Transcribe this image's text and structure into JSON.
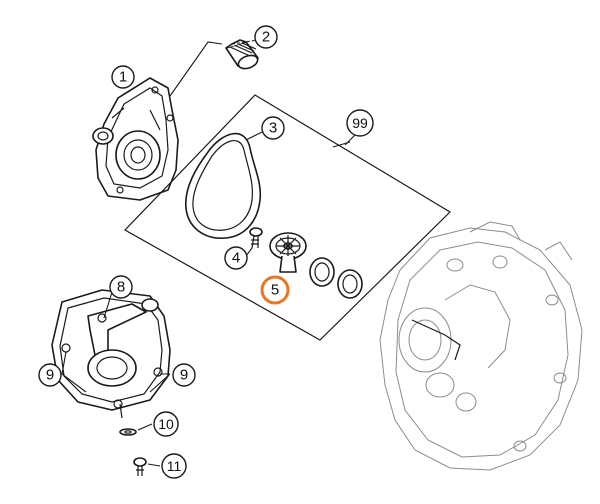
{
  "highlight_color": "#e87722",
  "callouts": {
    "c1": "1",
    "c2": "2",
    "c3": "3",
    "c99": "99",
    "c4": "4",
    "c5": "5",
    "c8": "8",
    "c9a": "9",
    "c9b": "9",
    "c10": "10",
    "c11": "11"
  },
  "selected_callout": "5"
}
